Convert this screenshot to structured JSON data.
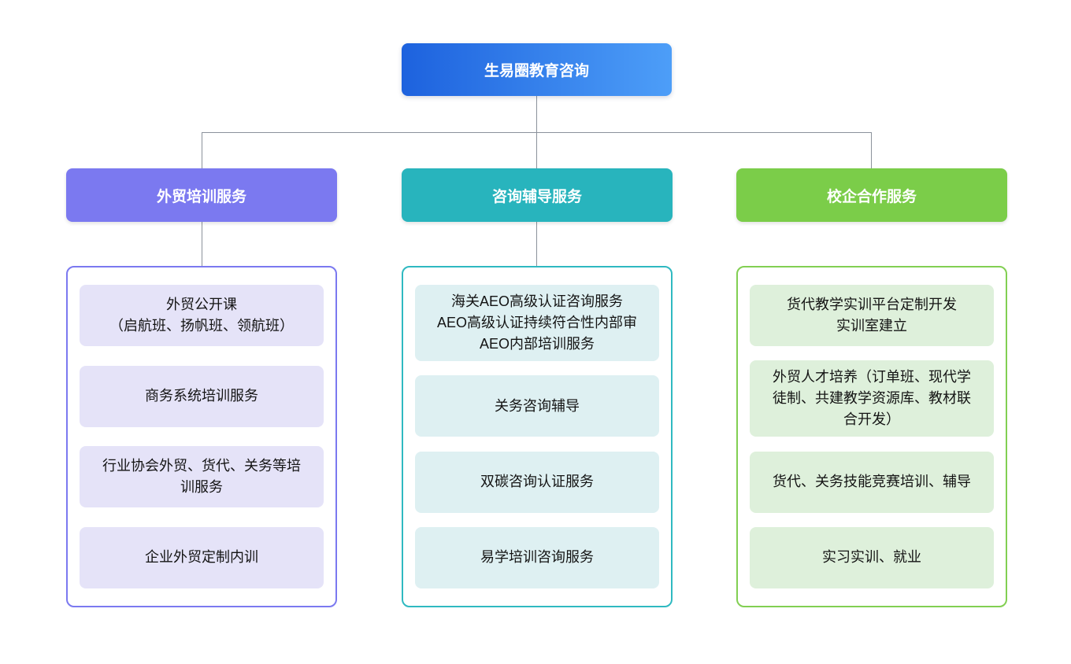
{
  "chart": {
    "root": {
      "label": "生易圈教育咨询",
      "gradient_from": "#1d62de",
      "gradient_to": "#4d9ef8",
      "text_color": "#ffffff"
    },
    "branches": [
      {
        "label": "外贸培训服务",
        "header_color": "#7b79f0",
        "border_color": "#7b79f0",
        "item_bg": "#e5e3f8",
        "items": [
          "外贸公开课\n（启航班、扬帆班、领航班）",
          "商务系统培训服务",
          "行业协会外贸、货代、关务等培\n训服务",
          "企业外贸定制内训"
        ]
      },
      {
        "label": "咨询辅导服务",
        "header_color": "#28b4bd",
        "border_color": "#2fb9c1",
        "item_bg": "#def0f2",
        "items": [
          "海关AEO高级认证咨询服务\nAEO高级认证持续符合性内部审\nAEO内部培训服务",
          "关务咨询辅导",
          "双碳咨询认证服务",
          "易学培训咨询服务"
        ]
      },
      {
        "label": "校企合作服务",
        "header_color": "#7bcd49",
        "border_color": "#82cf52",
        "item_bg": "#def0db",
        "items": [
          "货代教学实训平台定制开发\n实训室建立",
          "外贸人才培养（订单班、现代学\n徒制、共建教学资源库、教材联\n合开发）",
          "货代、关务技能竞赛培训、辅导",
          "实习实训、就业"
        ]
      }
    ],
    "connector_color": "#8b929b"
  }
}
